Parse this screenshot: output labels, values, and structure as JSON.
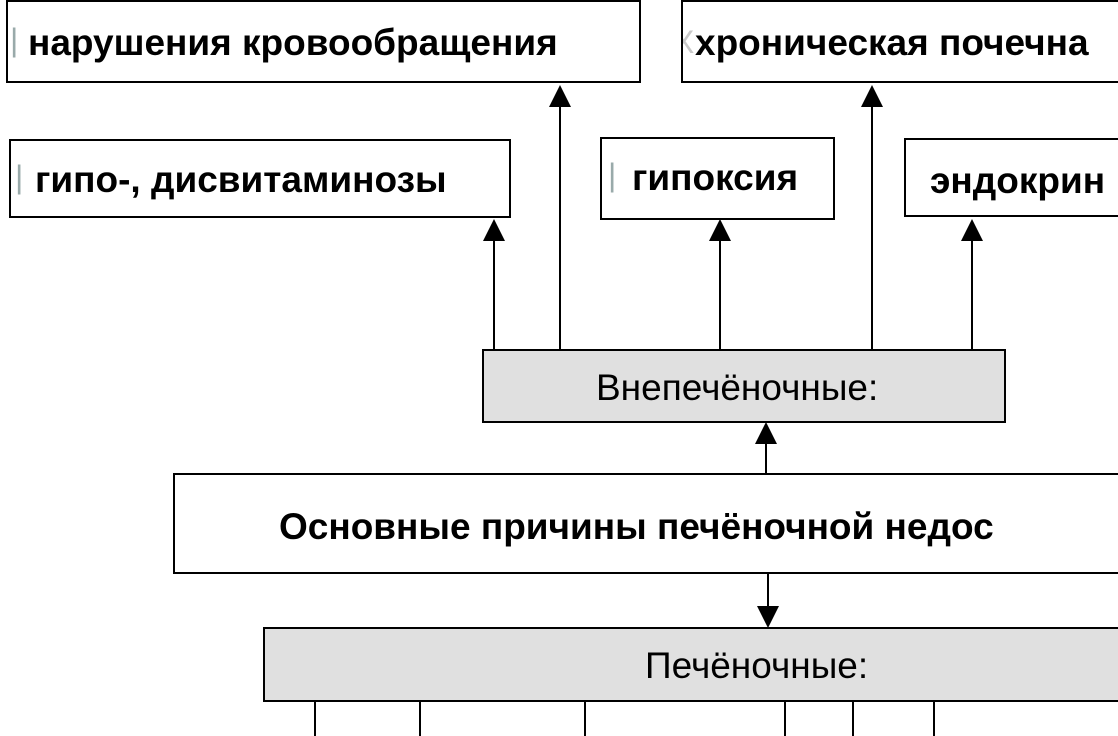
{
  "diagram": {
    "top_effects": {
      "circulation": "нарушения кровообращения",
      "renal": "хроническая почечна",
      "renal_marker": "Х",
      "hypovitaminosis": "гипо-, дисвитаминозы",
      "hypoxia": "гипоксия",
      "endocrine": "эндокрин"
    },
    "extrahepatic": "Внепечёночные:",
    "main_causes": "Основные причины печёночной недос",
    "hepatic": "Печёночные:"
  }
}
